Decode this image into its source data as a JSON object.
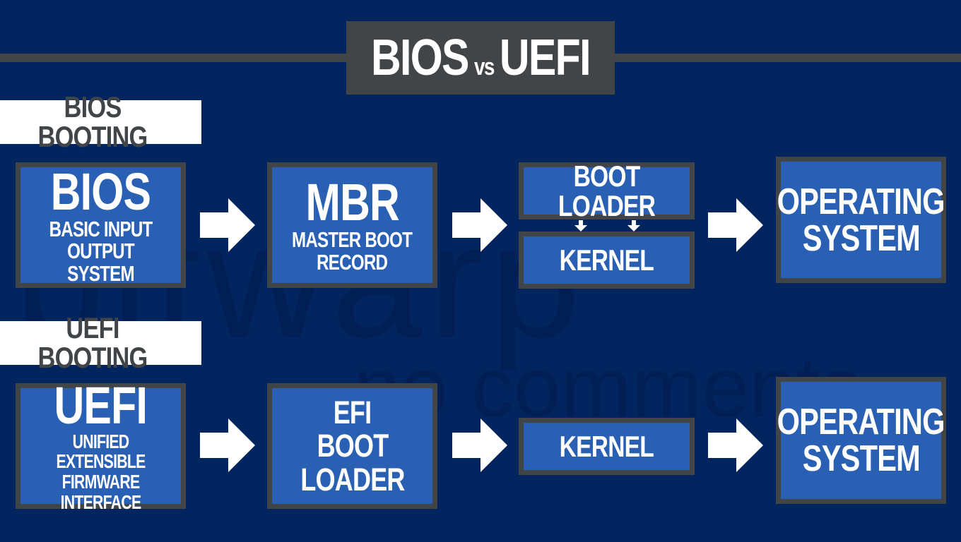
{
  "title": {
    "left": "BIOS",
    "vs": "vs",
    "right": "UEFI"
  },
  "sections": {
    "bios": {
      "label": "BIOS BOOTING"
    },
    "uefi": {
      "label": "UEFI BOOTING"
    }
  },
  "bios_row": {
    "firmware": {
      "title": "BIOS",
      "line1": "BASIC INPUT",
      "line2": "OUTPUT SYSTEM"
    },
    "mbr": {
      "title": "MBR",
      "line1": "MASTER BOOT",
      "line2": "RECORD"
    },
    "boot_loader": "BOOT LOADER",
    "kernel": "KERNEL",
    "os": {
      "line1": "OPERATING",
      "line2": "SYSTEM"
    }
  },
  "uefi_row": {
    "firmware": {
      "title": "UEFI",
      "line1": "UNIFIED EXTENSIBLE",
      "line2": "FIRMWARE INTERFACE"
    },
    "efi_loader": {
      "line1": "EFI",
      "line2": "BOOT",
      "line3": "LOADER"
    },
    "kernel": "KERNEL",
    "os": {
      "line1": "OPERATING",
      "line2": "SYSTEM"
    }
  },
  "watermark": {
    "line1": "bitwarp",
    "line2": "no comments"
  },
  "colors": {
    "background": "#02245f",
    "box_fill": "#2960b3",
    "box_border": "#414548",
    "label_bg": "#ffffff",
    "label_text": "#414548"
  }
}
